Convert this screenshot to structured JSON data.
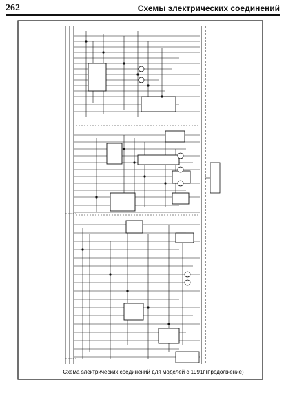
{
  "header": {
    "page_number": "262",
    "section_title": "Схемы электрических соединений"
  },
  "caption": "Схема электрических соединений для моделей с 1991г.(продолжение)",
  "colors": {
    "ink": "#111111",
    "paper": "#ffffff"
  }
}
